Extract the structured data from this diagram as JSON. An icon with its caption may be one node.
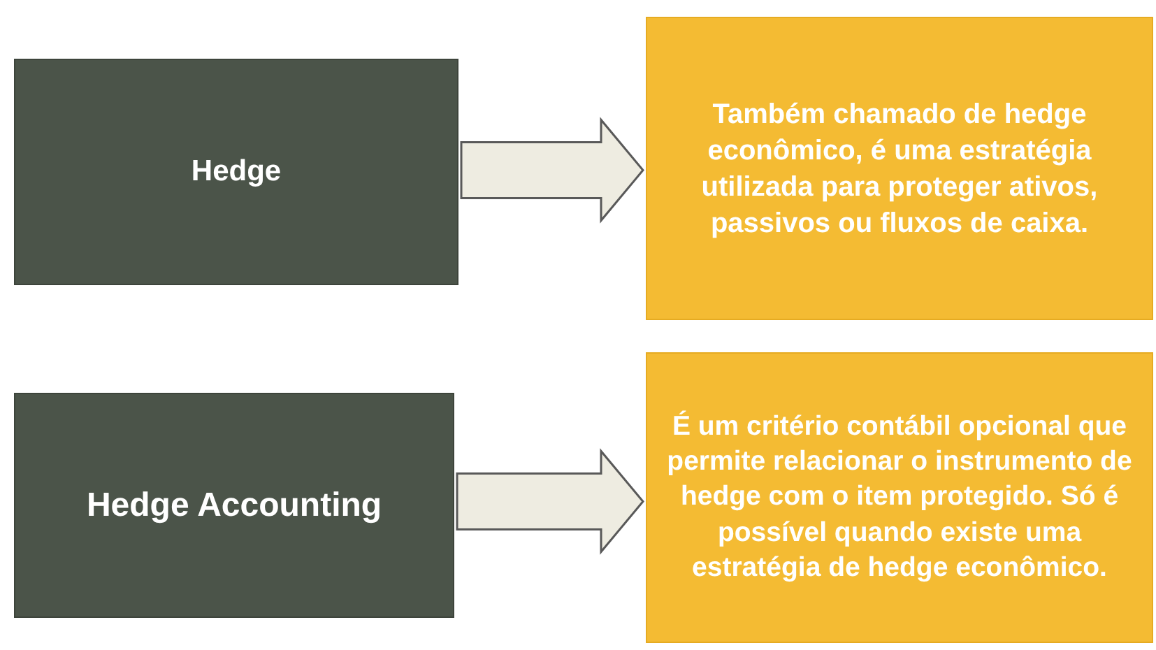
{
  "diagram": {
    "nodes": [
      {
        "text": [
          "Hedge"
        ]
      },
      {
        "text": [
          "Também chamado de hedge econômico, é uma estratégia utilizada para proteger ativos, passivos ou fluxos de caixa."
        ]
      },
      {
        "text": [
          "Hedge Accounting"
        ]
      },
      {
        "text": [
          "É um critério contábil opcional que permite relacionar o instrumento de hedge com o item protegido. Só é possível quando existe uma estratégia de hedge econômico."
        ]
      }
    ],
    "edges": [
      {
        "from": 0,
        "to": 1,
        "arrow": "to"
      },
      {
        "from": 2,
        "to": 3,
        "arrow": "to"
      }
    ]
  }
}
